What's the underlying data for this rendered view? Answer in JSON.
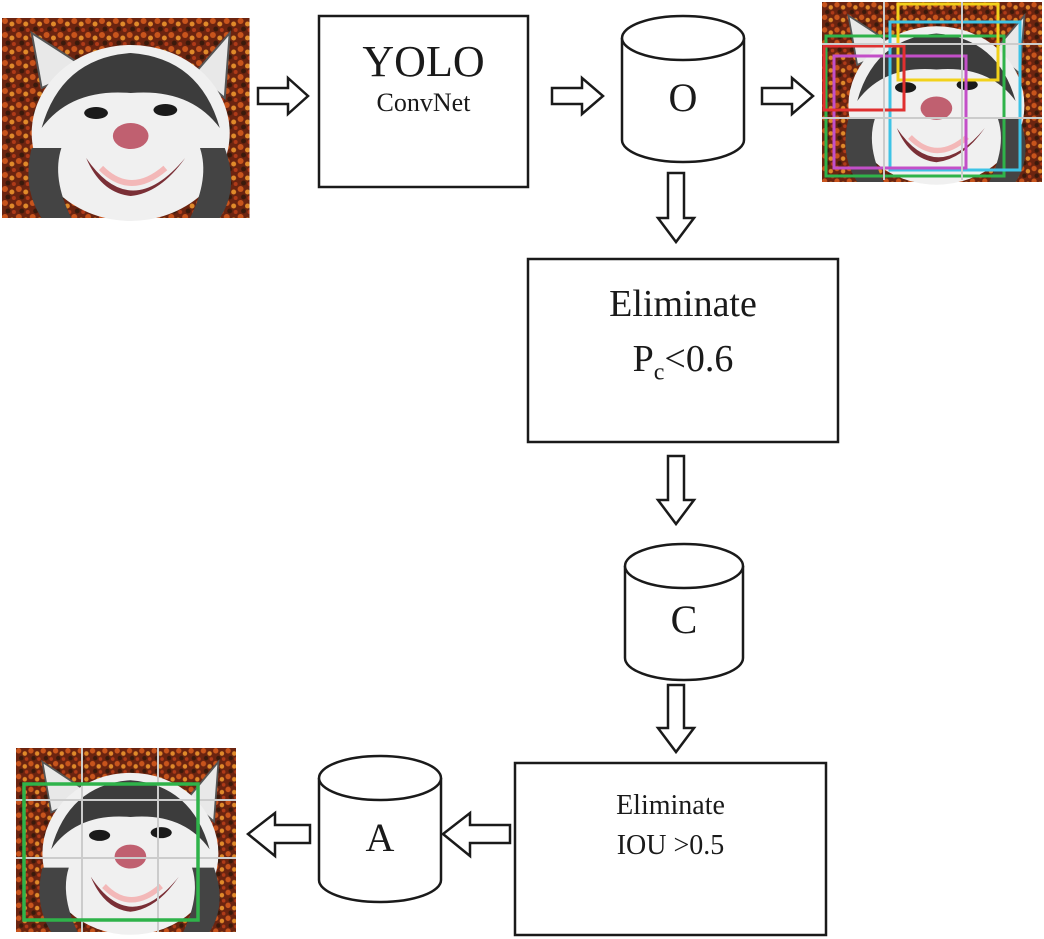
{
  "yolo": {
    "title": "YOLO",
    "subtitle": "ConvNet"
  },
  "store_o": {
    "label": "O"
  },
  "filter_pc": {
    "line1": "Eliminate",
    "pc_main": "P",
    "pc_sub": "c",
    "pc_rest": "<0.6"
  },
  "store_c": {
    "label": "C"
  },
  "filter_iou": {
    "line1": "Eliminate",
    "line2": "IOU >0.5"
  },
  "store_a": {
    "label": "A"
  },
  "colors": {
    "stroke": "#1a1a1a",
    "green_box": "#2fb34a",
    "yellow_box": "#f2d21b",
    "cyan_box": "#3ec3e6",
    "magenta_box": "#c34fc8",
    "red_box": "#e03030"
  }
}
